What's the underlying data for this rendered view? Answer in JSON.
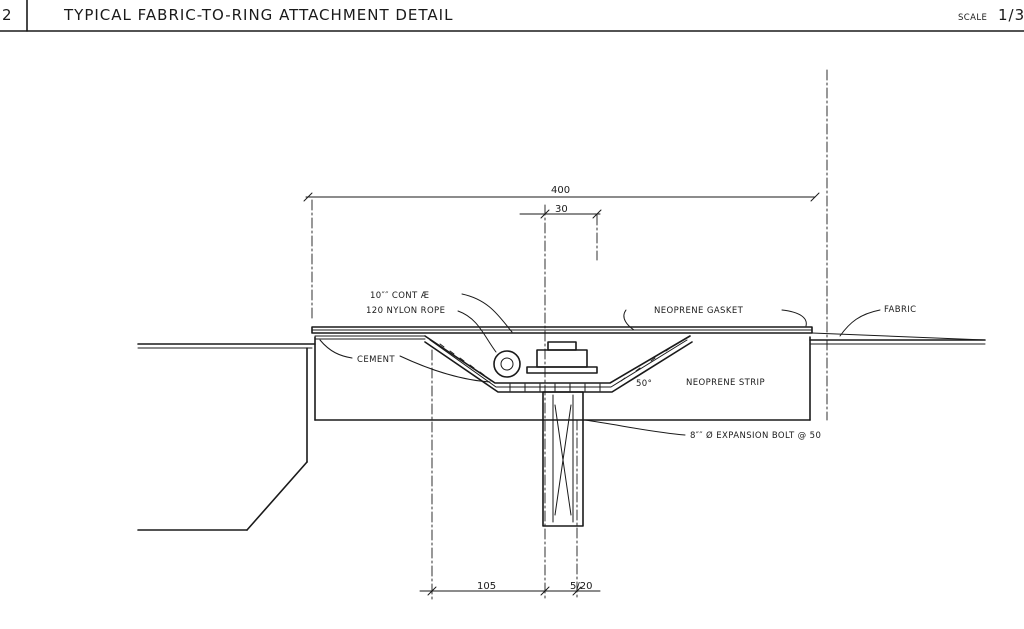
{
  "header": {
    "detail_number": "2",
    "title": "TYPICAL FABRIC-TO-RING ATTACHMENT DETAIL",
    "scale_label": "SCALE",
    "scale_value": "1/3"
  },
  "labels": {
    "cont_plate": "10″″ CONT Æ",
    "nylon_rope": "120 NYLON ROPE",
    "neoprene_gasket": "NEOPRENE GASKET",
    "fabric": "FABRIC",
    "cement": "CEMENT",
    "neoprene_strip": "NEOPRENE STRIP",
    "expansion_bolt": "8″″ Ø EXPANSION BOLT @ 50",
    "angle": "50°"
  },
  "dimensions": {
    "overall": "400",
    "top_offset": "30",
    "bottom_left": "105",
    "bottom_right": "5/20"
  }
}
